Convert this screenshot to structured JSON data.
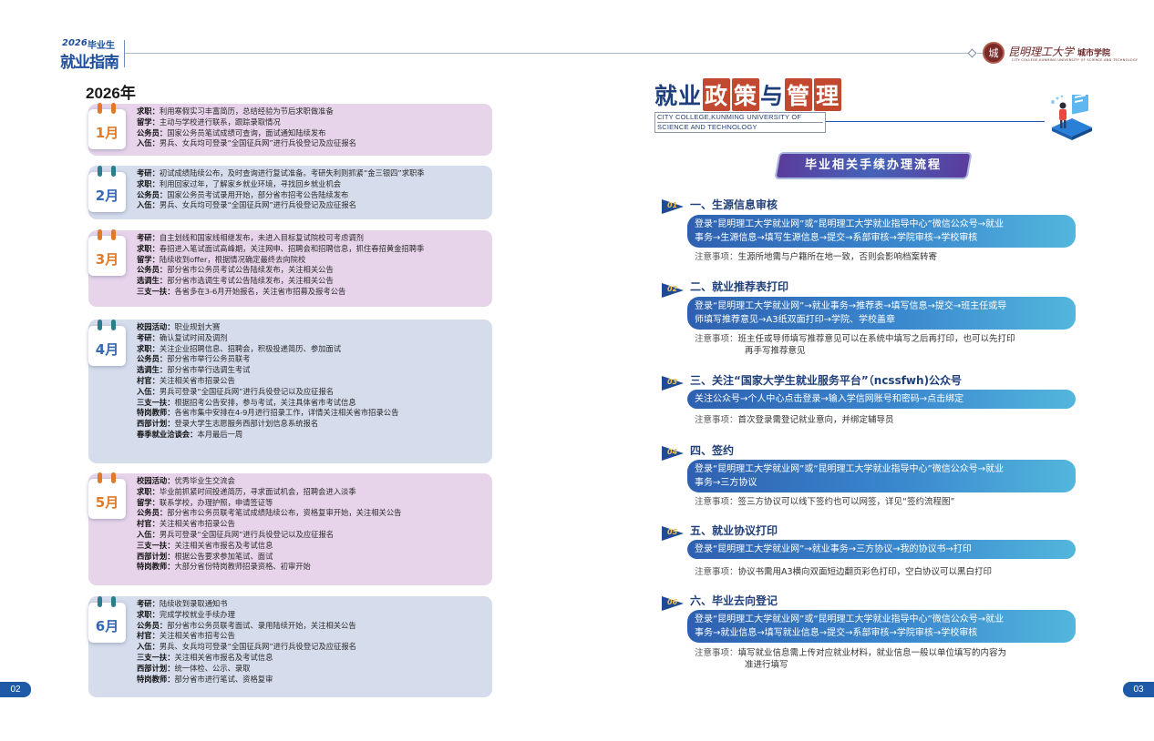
{
  "header": {
    "logo_year": "2026",
    "logo_grad": "毕业生",
    "logo_main": "就业指南",
    "university_seal_char": "城",
    "university_name": "昆明理工大学",
    "university_sub": "城市学院",
    "university_en": "CITY COLLEGE,KUNMING UNIVERSITY OF SCIENCE AND TECHNOLOGY"
  },
  "left_page": {
    "year_title": "2026年",
    "page_number": "02",
    "months": [
      {
        "label": "1月",
        "items": [
          {
            "k": "求职：",
            "v": "利用寒假实习丰富简历，总结经验为节后求职做准备"
          },
          {
            "k": "留学：",
            "v": "主动与学校进行联系，跟踪录取情况"
          },
          {
            "k": "公务员：",
            "v": "国家公务员笔试成绩可查询，面试通知陆续发布"
          },
          {
            "k": "入伍：",
            "v": "男兵、女兵均可登录“全国征兵网”进行兵役登记及应征报名"
          }
        ]
      },
      {
        "label": "2月",
        "items": [
          {
            "k": "考研：",
            "v": "初试成绩陆续公布，及时查询进行复试准备。考研失利则抓紧“金三银四”求职季"
          },
          {
            "k": "求职：",
            "v": "利用回家过年，了解家乡就业环境，寻找回乡就业机会"
          },
          {
            "k": "公务员：",
            "v": "国家公务员考试录用开始，部分省市招考公告陆续发布"
          },
          {
            "k": "入伍：",
            "v": "男兵、女兵均可登录“全国征兵网”进行兵役登记及应征报名"
          }
        ]
      },
      {
        "label": "3月",
        "items": [
          {
            "k": "考研：",
            "v": "自主划线和国家线相继发布，未进入目标复试院校可考虑调剂"
          },
          {
            "k": "求职：",
            "v": "春招进入笔试面试高峰期，关注网申、招聘会和招聘信息，抓住春招黄金招聘季"
          },
          {
            "k": "留学：",
            "v": "陆续收到offer，根据情况确定最终去向院校"
          },
          {
            "k": "公务员：",
            "v": "部分省市公务员考试公告陆续发布，关注相关公告"
          },
          {
            "k": "选调生：",
            "v": "部分省市选调生考试公告陆续发布，关注相关公告"
          },
          {
            "k": "三支一扶：",
            "v": "各省多在3-6月开始报名，关注省市招募及报考公告"
          }
        ]
      },
      {
        "label": "4月",
        "items": [
          {
            "k": "校园活动：",
            "v": "职业规划大赛"
          },
          {
            "k": "考研：",
            "v": "确认复试时间及调剂"
          },
          {
            "k": "求职：",
            "v": "关注企业招聘信息、招聘会，积极投递简历、参加面试"
          },
          {
            "k": "公务员：",
            "v": "部分省市举行公务员联考"
          },
          {
            "k": "选调生：",
            "v": "部分省市举行选调生考试"
          },
          {
            "k": "村官：",
            "v": "关注相关省市招录公告"
          },
          {
            "k": "入伍：",
            "v": "男兵可登录“全国征兵网”进行兵役登记以及应征报名"
          },
          {
            "k": "三支一扶：",
            "v": "根据招考公告安排，参与考试，关注具体省市考试信息"
          },
          {
            "k": "特岗教师：",
            "v": "各省市集中安排在4-9月进行招录工作，详情关注相关省市招录公告"
          },
          {
            "k": "西部计划：",
            "v": "登录大学生志愿服务西部计划信息系统报名"
          },
          {
            "k": "春季就业洽谈会：",
            "v": "本月最后一周"
          }
        ]
      },
      {
        "label": "5月",
        "items": [
          {
            "k": "校园活动：",
            "v": "优秀毕业生交流会"
          },
          {
            "k": "求职：",
            "v": "毕业前抓紧时间投递简历，寻求面试机会，招聘会进入淡季"
          },
          {
            "k": "留学：",
            "v": "联系学校，办理护照，申请签证等"
          },
          {
            "k": "公务员：",
            "v": "部分省市公务员联考笔试成绩陆续公布，资格复审开始，关注相关公告"
          },
          {
            "k": "村官：",
            "v": "关注相关省市招录公告"
          },
          {
            "k": "入伍：",
            "v": "男兵可登录“全国征兵网”进行兵役登记以及应征报名"
          },
          {
            "k": "三支一扶：",
            "v": "关注相关省市报名及考试信息"
          },
          {
            "k": "西部计划：",
            "v": "根据公告要求参加笔试、面试"
          },
          {
            "k": "特岗教师：",
            "v": "大部分省份特岗教师招录资格、初审开始"
          }
        ]
      },
      {
        "label": "6月",
        "items": [
          {
            "k": "考研：",
            "v": "陆续收到录取通知书"
          },
          {
            "k": "求职：",
            "v": "完成学校就业手续办理"
          },
          {
            "k": "公务员：",
            "v": "部分省市公务员联考面试、录用陆续开始，关注相关公告"
          },
          {
            "k": "村官：",
            "v": "关注相关省市招考公告"
          },
          {
            "k": "入伍：",
            "v": "男兵、女兵均可登录“全国征兵网”进行兵役登记及应征报名"
          },
          {
            "k": "三支一扶：",
            "v": "关注相关省市报名及考试信息"
          },
          {
            "k": "西部计划：",
            "v": "统一体检、公示、录取"
          },
          {
            "k": "特岗教师：",
            "v": "部分省市进行笔试、资格复审"
          }
        ]
      }
    ]
  },
  "right_page": {
    "title_parts": [
      "就业",
      "政",
      "策",
      "与",
      "管",
      "理"
    ],
    "title_en_line1": "CITY COLLEGE,KUNMING UNIVERSITY OF",
    "title_en_line2": "SCIENCE AND TECHNOLOGY",
    "process_banner": "毕业相关手续办理流程",
    "page_number": "03",
    "note_label": "注意事项：",
    "steps": [
      {
        "num": "01",
        "title": "一、生源信息审核",
        "flow": [
          "登录“昆明理工大学就业网”或“昆明理工大学就业指导中心”微信公众号→就业",
          "事务→生源信息→填写生源信息→提交→系部审核→学院审核→学校审核"
        ],
        "note": [
          "生源所地需与户籍所在地一致，否则会影响档案转寄"
        ]
      },
      {
        "num": "02",
        "title": "二、就业推荐表打印",
        "flow": [
          "登录“昆明理工大学就业网”→就业事务→推荐表→填写信息→提交→班主任或导",
          "师填写推荐意见→A3纸双面打印→学院、学校盖章"
        ],
        "note": [
          "班主任或导师填写推荐意见可以在系统中填写之后再打印，也可以先打印",
          "再手写推荐意见"
        ]
      },
      {
        "num": "03",
        "title": "三、关注“国家大学生就业服务平台”（ncssfwh)公众号",
        "flow": [
          "关注公众号→个人中心点击登录→输入学信网账号和密码→点击绑定"
        ],
        "note": [
          "首次登录需登记就业意向，并绑定辅导员"
        ]
      },
      {
        "num": "04",
        "title": "四、签约",
        "flow": [
          "登录“昆明理工大学就业网”或“昆明理工大学就业指导中心”微信公众号→就业",
          "事务→三方协议"
        ],
        "note": [
          "签三方协议可以线下签约也可以网签，详见“签约流程图”"
        ]
      },
      {
        "num": "05",
        "title": "五、就业协议打印",
        "flow": [
          "登录“昆明理工大学就业网”→就业事务→三方协议→我的协议书→打印"
        ],
        "note": [
          "协议书需用A3横向双面短边翻页彩色打印，空白协议可以黑白打印"
        ]
      },
      {
        "num": "06",
        "title": "六、毕业去向登记",
        "flow": [
          "登录“昆明理工大学就业网”或“昆明理工大学就业指导中心”微信公众号→就业",
          "事务→就业信息→填写就业信息→提交→系部审核→学院审核→学校审核"
        ],
        "note": [
          "填写就业信息需上传对应就业材料，就业信息一般以单位填写的内容为",
          "准进行填写"
        ]
      }
    ]
  }
}
